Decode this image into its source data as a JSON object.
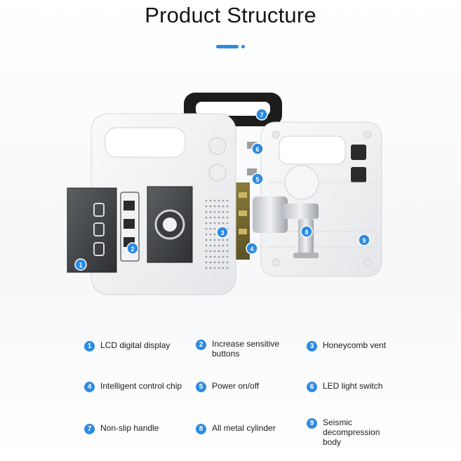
{
  "title": "Product Structure",
  "accent_color": "#2d8be0",
  "callouts": [
    "1",
    "2",
    "3",
    "4",
    "5",
    "6",
    "7",
    "8",
    "9"
  ],
  "features": [
    {
      "num": "1",
      "label": "LCD digital display"
    },
    {
      "num": "2",
      "label": "Increase sensitive buttons"
    },
    {
      "num": "3",
      "label": "Honeycomb vent"
    },
    {
      "num": "4",
      "label": "Intelligent control chip"
    },
    {
      "num": "5",
      "label": "Power on/off"
    },
    {
      "num": "6",
      "label": "LED light switch"
    },
    {
      "num": "7",
      "label": "Non-slip handle"
    },
    {
      "num": "8",
      "label": "All metal cylinder"
    },
    {
      "num": "9",
      "label": "Seismic decompression body"
    }
  ]
}
